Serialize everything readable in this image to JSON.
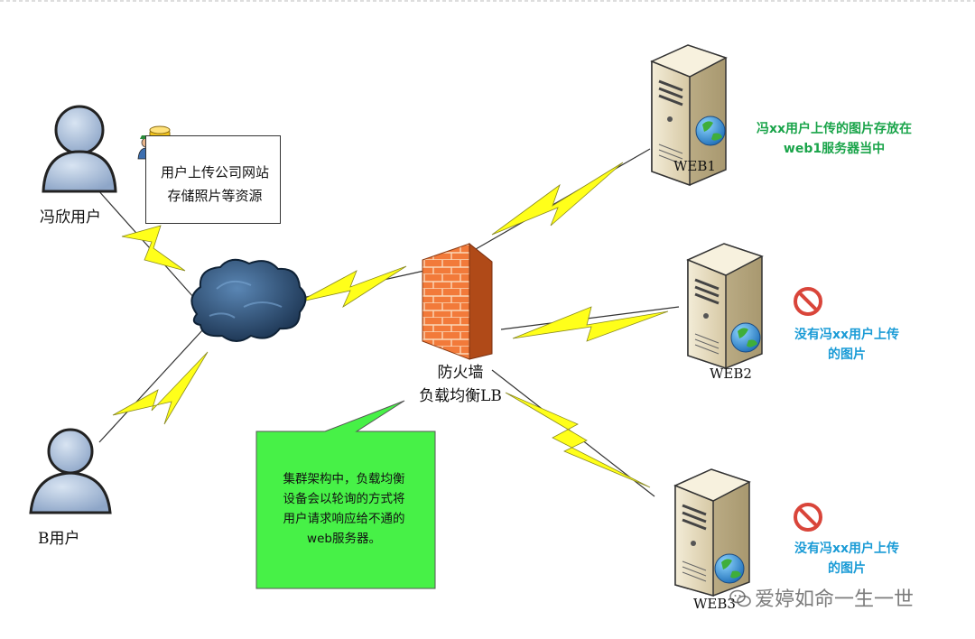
{
  "users": {
    "user_a": "冯欣用户",
    "user_b": "B用户"
  },
  "upload_note": {
    "line1": "用户上传公司网站",
    "line2": "存储照片等资源"
  },
  "firewall": {
    "line1": "防火墙",
    "line2": "负载均衡LB"
  },
  "callout": {
    "line1": "集群架构中，负载均衡",
    "line2": "设备会以轮询的方式将",
    "line3": "用户请求响应给不通的",
    "line4": "web服务器。"
  },
  "servers": [
    {
      "name": "WEB1",
      "note_line1": "冯xx用户上传的图片存放在",
      "note_line2": "web1服务器当中",
      "note_color": "#1aa44a"
    },
    {
      "name": "WEB2",
      "note_line1": "没有冯xx用户上传",
      "note_line2": "的图片",
      "note_color": "#1a9bd6"
    },
    {
      "name": "WEB3",
      "note_line1": "没有冯xx用户上传",
      "note_line2": "的图片",
      "note_color": "#1a9bd6"
    }
  ],
  "watermark": "爱婷如命一生一世",
  "colors": {
    "bolt": "#ffff1a",
    "callout_fill": "#47f147",
    "user_icon": "#a9bfdc",
    "firewall": "#f27a3a",
    "no_sign": "#d9453a"
  },
  "icons": [
    "user-icon",
    "database-user-icon",
    "cloud-icon",
    "firewall-icon",
    "server-icon",
    "globe-icon",
    "no-entry-icon",
    "lightning-bolt-icon",
    "wechat-icon"
  ]
}
